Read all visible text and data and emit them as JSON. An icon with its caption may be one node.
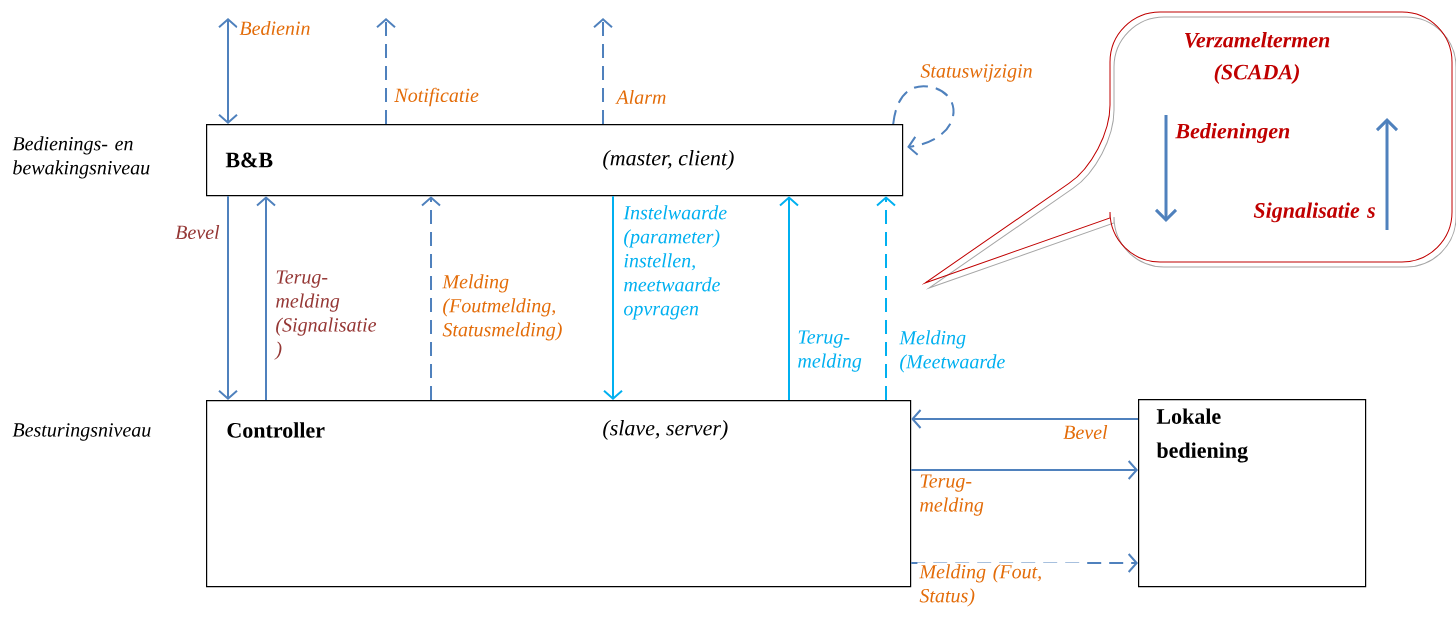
{
  "diagram": {
    "nodes": [
      {
        "text": [
          "B&B",
          "(master, client)"
        ]
      },
      {
        "text": [
          "Controller",
          "(slave, server)"
        ]
      },
      {
        "text": [
          "Lokale bediening"
        ]
      },
      {
        "text": [
          "Verzameltermen (SCADA)",
          "Bedieningen",
          "Signalisatie s"
        ]
      }
    ],
    "edges": [
      {
        "from": null,
        "to": 0,
        "arrow": "both",
        "label": "Bedienin"
      },
      {
        "from": 0,
        "to": null,
        "arrow": "to",
        "label": "Notificatie",
        "style": "dashed"
      },
      {
        "from": 0,
        "to": null,
        "arrow": "to",
        "label": "Alarm",
        "style": "dashed"
      },
      {
        "from": 0,
        "to": 0,
        "arrow": "to",
        "label": "Statuswijzigin",
        "style": "dashed"
      },
      {
        "from": 0,
        "to": 1,
        "arrow": "to",
        "label": "Bevel"
      },
      {
        "from": 1,
        "to": 0,
        "arrow": "to",
        "label": "Terug- melding (Signalisatie )"
      },
      {
        "from": 1,
        "to": 0,
        "arrow": "to",
        "label": "Melding (Foutmelding, Statusmelding)",
        "style": "dashed"
      },
      {
        "from": 0,
        "to": 1,
        "arrow": "to",
        "label": "Instelwaarde (parameter) instellen, meetwaarde opvragen",
        "color": "#00b0f0"
      },
      {
        "from": 1,
        "to": 0,
        "arrow": "to",
        "label": "Terug- melding",
        "color": "#00b0f0"
      },
      {
        "from": 1,
        "to": 0,
        "arrow": "to",
        "label": "Melding (Meetwaarde",
        "style": "dashed",
        "color": "#00b0f0"
      },
      {
        "from": 2,
        "to": 1,
        "arrow": "to",
        "label": "Bevel"
      },
      {
        "from": 1,
        "to": 2,
        "arrow": "to",
        "label": "Terug- melding"
      },
      {
        "from": 1,
        "to": 2,
        "arrow": "to",
        "label": "Melding (Fout, Status)",
        "style": "dashed"
      }
    ],
    "labels": [
      "Bedienings- en bewakingsniveau",
      "Besturingsniveau"
    ]
  }
}
